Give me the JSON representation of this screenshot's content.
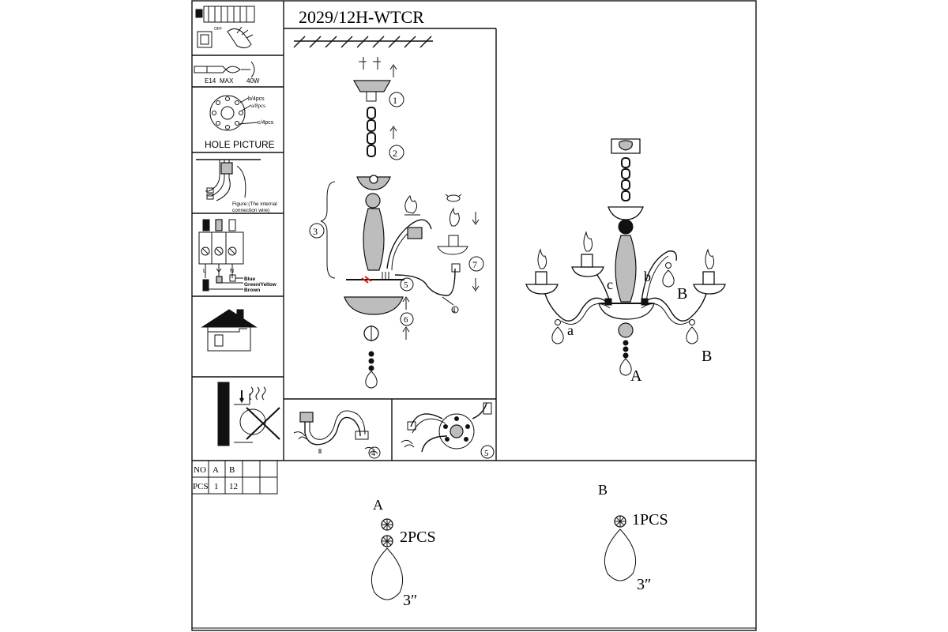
{
  "model": "2029/12H-WTCR",
  "panel": {
    "switch_off": "OFF",
    "bulb": {
      "base": "E14",
      "max": "MAX",
      "power": "40W"
    },
    "hole": {
      "b": "b/4pcs",
      "a": "a/8pcs",
      "c": "c/4pcs",
      "title": "HOLE PICTURE"
    },
    "wire_caption_1": "Figure:(The internal",
    "wire_caption_2": "connection wire)",
    "terminal": {
      "l": "L",
      "n": "N",
      "blue": "Blue",
      "green": "Green/Yellow",
      "brown": "Brown"
    }
  },
  "steps": [
    "1",
    "2",
    "3",
    "4",
    "5",
    "6",
    "7"
  ],
  "assembled_labels": {
    "a": "a",
    "b": "b",
    "c": "c",
    "A": "A",
    "B1": "B",
    "B2": "B"
  },
  "parts_table": {
    "headers": [
      "NO",
      "A",
      "B",
      "",
      ""
    ],
    "row": [
      "PCS",
      "1",
      "12",
      "",
      ""
    ]
  },
  "crystals": {
    "A": {
      "label": "A",
      "count": "2PCS",
      "size": "3″"
    },
    "B": {
      "label": "B",
      "count": "1PCS",
      "size": "3″"
    }
  },
  "colors": {
    "line": "#111111",
    "accent": "#d81f1f",
    "glass": "#bdbdbd"
  }
}
